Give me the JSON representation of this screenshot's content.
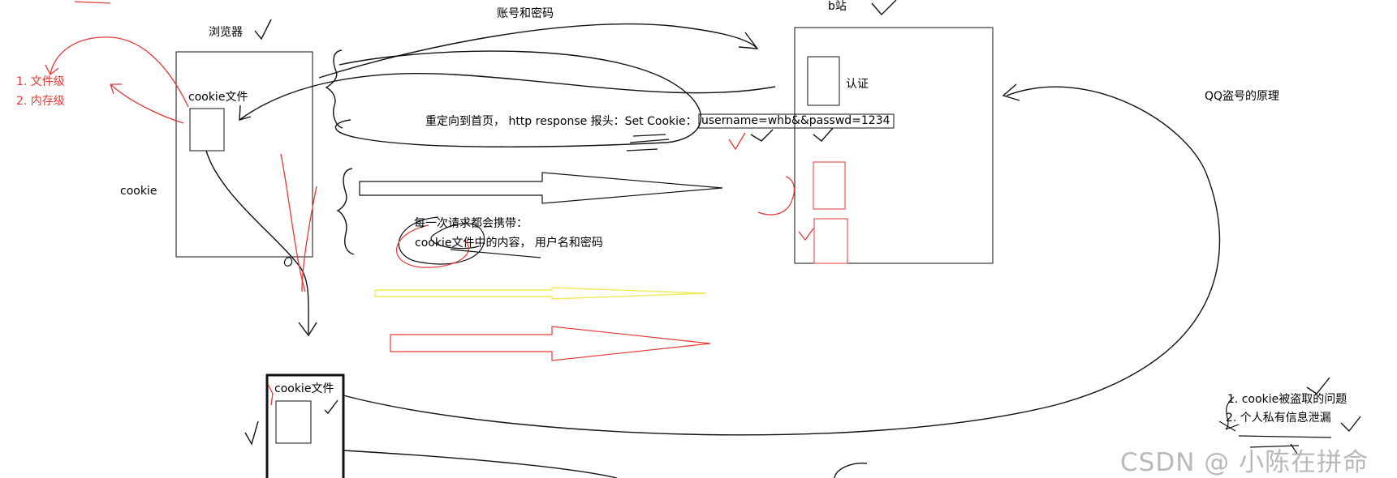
{
  "labels": {
    "browser": "浏览器",
    "account_password": "账号和密码",
    "bsite": "b站",
    "auth": "认证",
    "cookie_file_top": "cookie文件",
    "cookie_left": "cookie",
    "redirect_line": "重定向到首页， http response 报头：Set Cookie：",
    "set_cookie_value": "username=whb&&passwd=1234",
    "each_request_1": "每一次请求都会携带：",
    "each_request_2": "cookie文件中的内容， 用户名和密码",
    "qq_principle": "QQ盗号的原理",
    "cookie_file_bottom": "cookie文件",
    "level_list": [
      "1. 文件级",
      "2. 内存级"
    ],
    "issues": [
      "1. cookie被盗取的问题",
      "2. 个人私有信息泄漏"
    ]
  },
  "watermark": {
    "text": "CSDN @  小陈在拼命"
  },
  "colors": {
    "ink": "#111111",
    "red": "#e53935",
    "yellow": "#f2e85a",
    "watermark": "#b9b9b9"
  }
}
